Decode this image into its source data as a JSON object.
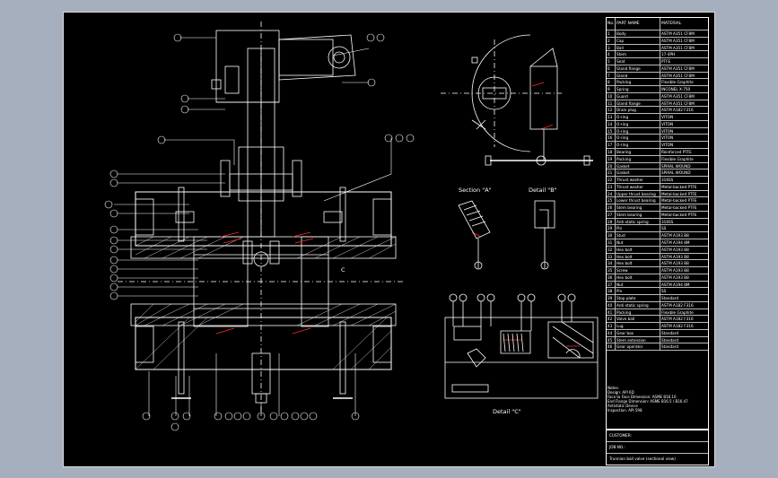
{
  "colors": {
    "sheet": "#000000",
    "line": "#ffffff",
    "accent": "#ff2a2a",
    "frame": "#a5afbd"
  },
  "bom": {
    "header": {
      "no": "No.",
      "part": "PART NAME",
      "material": "MATERIAL"
    },
    "rows": [
      {
        "no": "1",
        "part": "Body",
        "material": "ASTM A351 CF8M"
      },
      {
        "no": "2",
        "part": "Cap",
        "material": "ASTM A351 CF8M"
      },
      {
        "no": "3",
        "part": "Ball",
        "material": "ASTM A351 CF8M"
      },
      {
        "no": "4",
        "part": "Stem",
        "material": "17-4PH"
      },
      {
        "no": "5",
        "part": "Seat",
        "material": "PTFE"
      },
      {
        "no": "6",
        "part": "Gland flange",
        "material": "ASTM A351 CF8M"
      },
      {
        "no": "7",
        "part": "Gland",
        "material": "ASTM A351 CF8M"
      },
      {
        "no": "8",
        "part": "Packing",
        "material": "Flexible Graphite"
      },
      {
        "no": "9",
        "part": "Spring",
        "material": "INCONEL X-750"
      },
      {
        "no": "10",
        "part": "Guard",
        "material": "ASTM A351 CF8M"
      },
      {
        "no": "11",
        "part": "Gland flange",
        "material": "ASTM A351 CF8M"
      },
      {
        "no": "12",
        "part": "Drain plug",
        "material": "ASTM A182 F316"
      },
      {
        "no": "13",
        "part": "O-ring",
        "material": "VITON"
      },
      {
        "no": "14",
        "part": "O-ring",
        "material": "VITON"
      },
      {
        "no": "15",
        "part": "O-ring",
        "material": "VITON"
      },
      {
        "no": "16",
        "part": "O-ring",
        "material": "VITON"
      },
      {
        "no": "17",
        "part": "O-ring",
        "material": "VITON"
      },
      {
        "no": "18",
        "part": "Bearing",
        "material": "Reinforced PTFE"
      },
      {
        "no": "19",
        "part": "Packing",
        "material": "Flexible Graphite"
      },
      {
        "no": "20",
        "part": "Gasket",
        "material": "SPIRAL WOUND"
      },
      {
        "no": "21",
        "part": "Gasket",
        "material": "SPIRAL WOUND"
      },
      {
        "no": "22",
        "part": "Thrust washer",
        "material": "316SS"
      },
      {
        "no": "23",
        "part": "Thrust washer",
        "material": "Metal-backed PTFE"
      },
      {
        "no": "24",
        "part": "Upper thrust bearing",
        "material": "Metal-backed PTFE"
      },
      {
        "no": "25",
        "part": "Lower thrust bearing",
        "material": "Metal-backed PTFE"
      },
      {
        "no": "26",
        "part": "Stem bearing",
        "material": "Metal-backed PTFE"
      },
      {
        "no": "27",
        "part": "Stem bearing",
        "material": "Metal-backed PTFE"
      },
      {
        "no": "28",
        "part": "Anti-static spring",
        "material": "316SS"
      },
      {
        "no": "29",
        "part": "Pin",
        "material": "SS"
      },
      {
        "no": "30",
        "part": "Stud",
        "material": "ASTM A193 B8"
      },
      {
        "no": "31",
        "part": "Nut",
        "material": "ASTM A194 8M"
      },
      {
        "no": "32",
        "part": "Hex bolt",
        "material": "ASTM A193 B8"
      },
      {
        "no": "33",
        "part": "Hex bolt",
        "material": "ASTM A193 B8"
      },
      {
        "no": "34",
        "part": "Hex bolt",
        "material": "ASTM A193 B8"
      },
      {
        "no": "35",
        "part": "Screw",
        "material": "ASTM A193 B8"
      },
      {
        "no": "36",
        "part": "Hex bolt",
        "material": "ASTM A193 B8"
      },
      {
        "no": "37",
        "part": "Nut",
        "material": "ASTM A194 8M"
      },
      {
        "no": "38",
        "part": "Pin",
        "material": "SS"
      },
      {
        "no": "39",
        "part": "Stop plate",
        "material": "Standard"
      },
      {
        "no": "40",
        "part": "Anti-static spring",
        "material": "ASTM A182 F316"
      },
      {
        "no": "41",
        "part": "Packing",
        "material": "Flexible Graphite"
      },
      {
        "no": "42",
        "part": "Valve ball",
        "material": "ASTM A182 F316"
      },
      {
        "no": "43",
        "part": "Lug",
        "material": "ASTM A182 F316"
      },
      {
        "no": "44",
        "part": "Gear box",
        "material": "Standard"
      },
      {
        "no": "45",
        "part": "Stem extension",
        "material": "Standard"
      },
      {
        "no": "46",
        "part": "Gear operator",
        "material": "Standard"
      }
    ]
  },
  "notes": {
    "title": "Notes:",
    "lines": [
      "Design: API 6D",
      "Face to Face Dimension: ASME B16.10",
      "End Flange Dimension: ASME B16.5 / B16.47",
      "Antistatic Device",
      "Inspection: API 598"
    ]
  },
  "title_block": {
    "customer": "CUSTOMER:",
    "job": "JOB NO.:",
    "description": "Trunnion ball valve (sectional view)"
  },
  "labels": {
    "section_a": "Section \"A\"",
    "detail_b": "Detail \"B\"",
    "detail_c": "Detail \"C\"",
    "c_marker": "C"
  }
}
